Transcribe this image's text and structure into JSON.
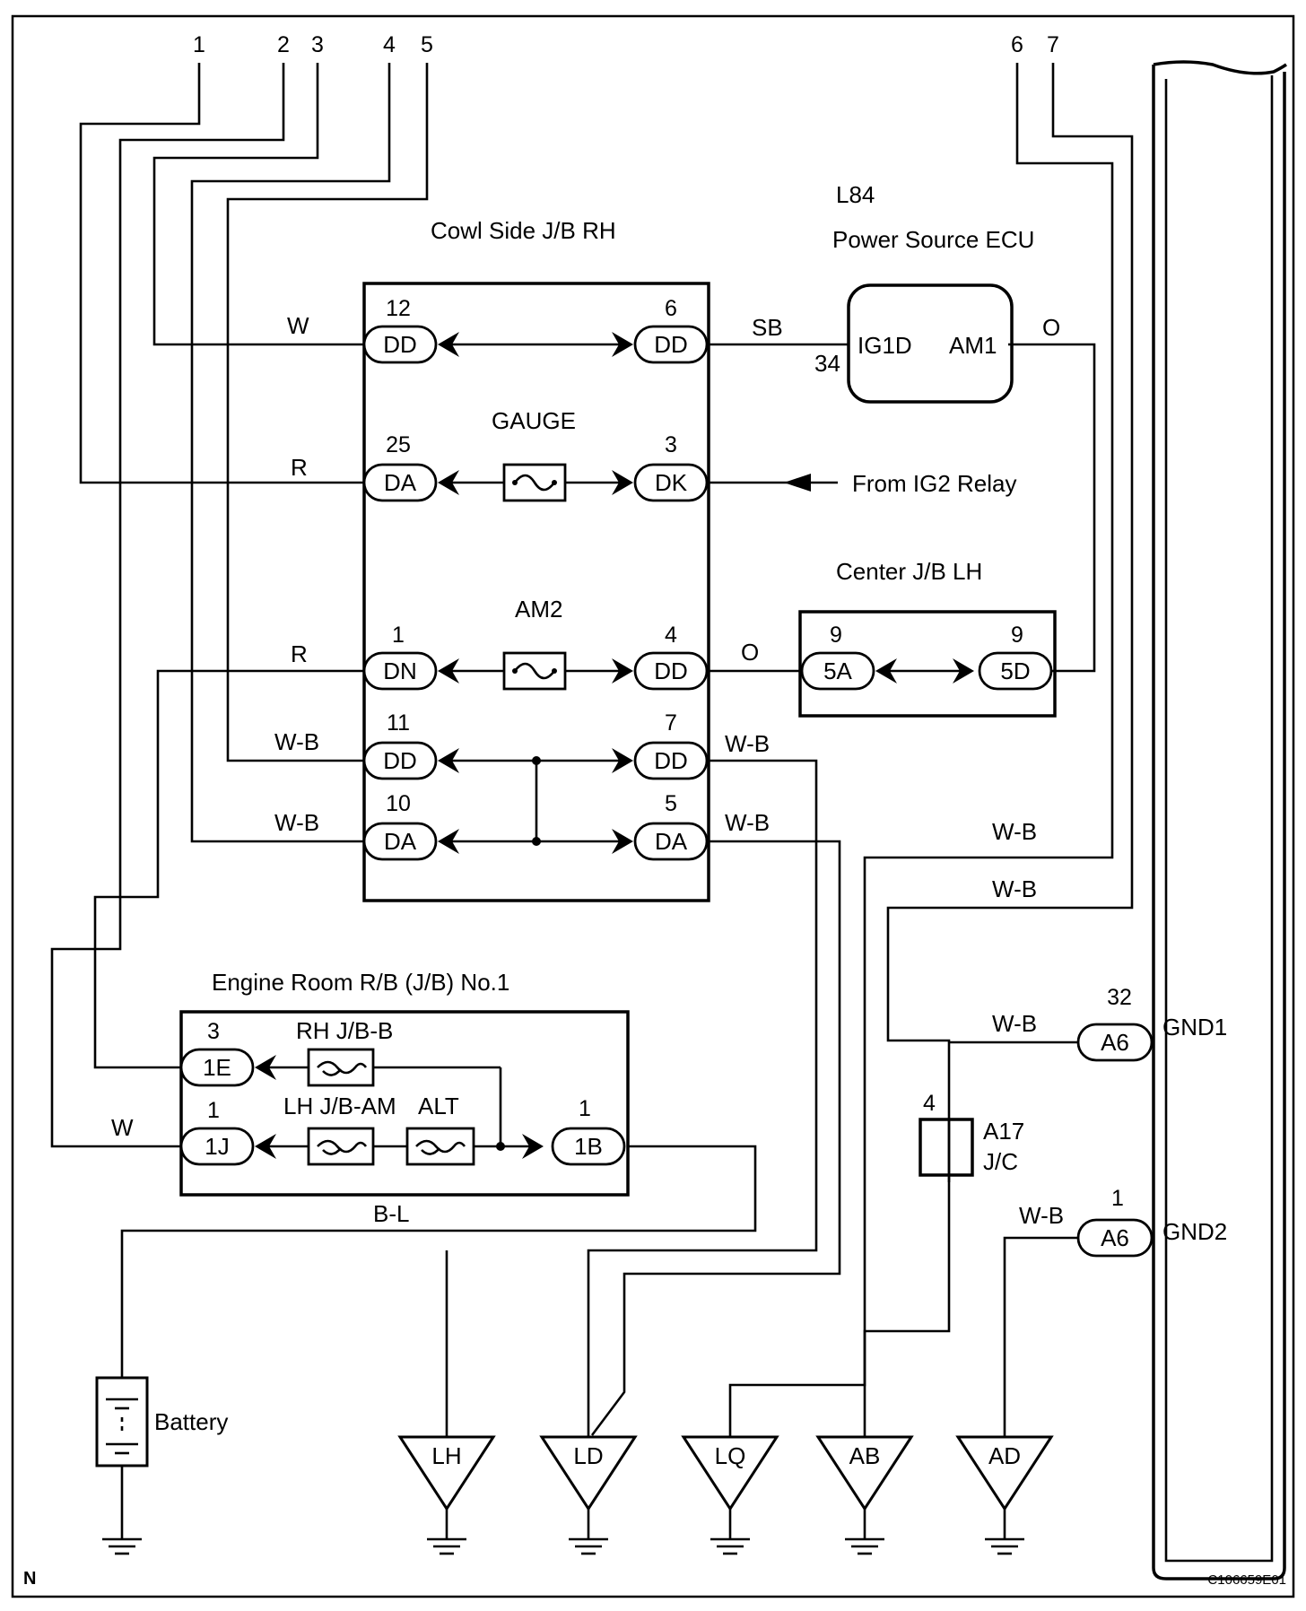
{
  "top_numbers": [
    "1",
    "2",
    "3",
    "4",
    "5",
    "6",
    "7"
  ],
  "cowl_jb": {
    "title": "Cowl Side J/B RH",
    "left": [
      {
        "pin": "12",
        "conn": "DD"
      },
      {
        "pin": "25",
        "conn": "DA"
      },
      {
        "pin": "1",
        "conn": "DN"
      },
      {
        "pin": "11",
        "conn": "DD"
      },
      {
        "pin": "10",
        "conn": "DA"
      }
    ],
    "right": [
      {
        "pin": "6",
        "conn": "DD"
      },
      {
        "pin": "3",
        "conn": "DK"
      },
      {
        "pin": "4",
        "conn": "DD"
      },
      {
        "pin": "7",
        "conn": "DD"
      },
      {
        "pin": "5",
        "conn": "DA"
      }
    ],
    "fuses": [
      "GAUGE",
      "AM2"
    ]
  },
  "ecu": {
    "code": "L84",
    "title": "Power Source ECU",
    "pin_left": "IG1D",
    "pin_right": "AM1",
    "pin_left_num": "34"
  },
  "from_ig2": "From IG2 Relay",
  "center_jb": {
    "title": "Center J/B LH",
    "pins": [
      {
        "pin": "9",
        "conn": "5A"
      },
      {
        "pin": "9",
        "conn": "5D"
      }
    ]
  },
  "engine_rb": {
    "title": "Engine Room R/B (J/B) No.1",
    "pins": [
      {
        "pin": "3",
        "conn": "1E"
      },
      {
        "pin": "1",
        "conn": "1J"
      },
      {
        "pin": "1",
        "conn": "1B"
      }
    ],
    "fuses": [
      "RH J/B-B",
      "LH J/B-AM",
      "ALT"
    ]
  },
  "wire_colors": {
    "w1": "W",
    "sb": "SB",
    "o1": "O",
    "r1": "R",
    "r2": "R",
    "o2": "O",
    "wb1": "W-B",
    "wb2": "W-B",
    "wb3": "W-B",
    "wb4": "W-B",
    "wb5": "W-B",
    "wb6": "W-B",
    "wb7": "W-B",
    "wb8": "W-B",
    "w2": "W",
    "bl": "B-L"
  },
  "a6": [
    {
      "pin": "32",
      "conn": "A6",
      "name": "GND1"
    },
    {
      "pin": "1",
      "conn": "A6",
      "name": "GND2"
    }
  ],
  "jc": {
    "pin": "4",
    "code": "A17",
    "name": "J/C"
  },
  "battery": "Battery",
  "grounds": [
    "LH",
    "LD",
    "LQ",
    "AB",
    "AD"
  ],
  "corner_left": "N",
  "corner_right": "C106659E01"
}
